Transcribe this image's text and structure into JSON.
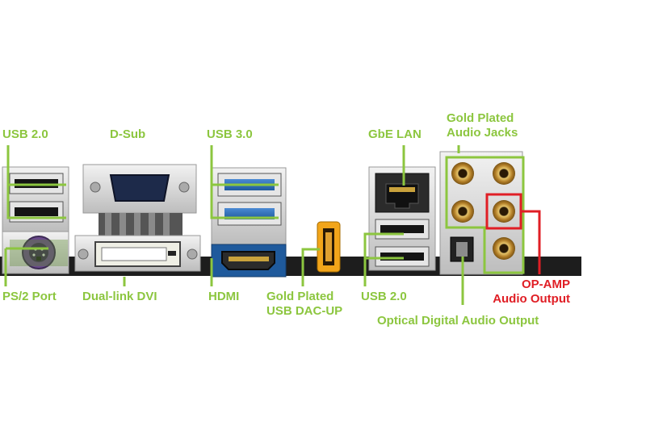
{
  "colors": {
    "label": "#8cc63f",
    "highlight": "#e01e25",
    "board": "#1d1d1d",
    "panel": "#d9d9d9",
    "usb3": "#2f6fb5",
    "gold": "#c89b3c",
    "dac": "#f2a51a"
  },
  "labels": {
    "usb20_left": "USB 2.0",
    "ps2": "PS/2 Port",
    "dsub": "D-Sub",
    "dvi": "Dual-link DVI",
    "usb30": "USB 3.0",
    "hdmi": "HDMI",
    "dac_line1": "Gold Plated",
    "dac_line2": "USB DAC-UP",
    "gbe": "GbE LAN",
    "usb20_right": "USB 2.0",
    "jacks_line1": "Gold Plated",
    "jacks_line2": "Audio Jacks",
    "opamp_line1": "OP-AMP",
    "opamp_line2": "Audio Output",
    "optical": "Optical Digital Audio Output"
  },
  "icons": {
    "usb2": "usb-port-icon",
    "ps2": "ps2-port-icon",
    "vga": "vga-port-icon",
    "dvi": "dvi-port-icon",
    "usb3": "usb3-port-icon",
    "hdmi": "hdmi-port-icon",
    "lan": "ethernet-port-icon",
    "audio": "audio-jack-icon",
    "optical": "optical-port-icon"
  }
}
